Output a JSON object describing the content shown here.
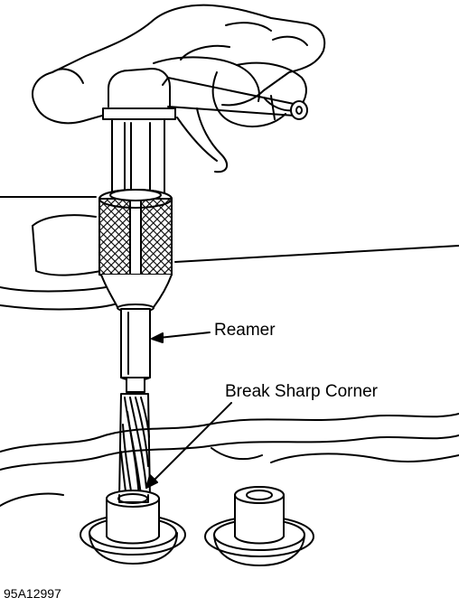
{
  "labels": {
    "reamer": "Reamer",
    "break_sharp_corner": "Break Sharp Corner",
    "figure_id": "95A12997"
  },
  "colors": {
    "ink": "#000000",
    "paper": "#ffffff"
  },
  "icons": [
    "hand-illustration",
    "tap-wrench-illustration",
    "reamer-illustration",
    "valve-guide-illustration"
  ]
}
